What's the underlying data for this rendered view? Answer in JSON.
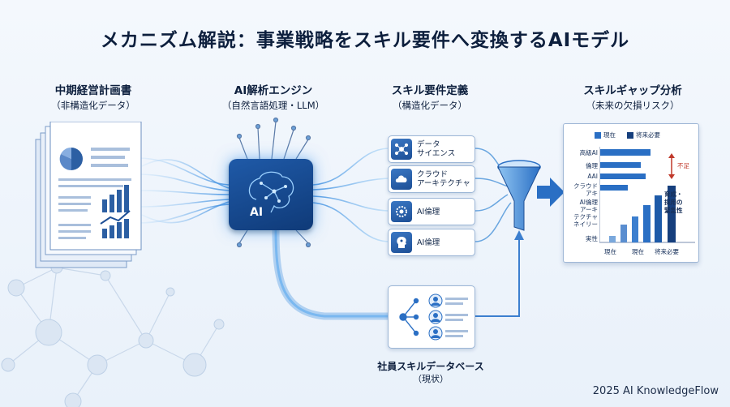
{
  "title": "メカニズム解説：事業戦略をスキル要件へ変換するAIモデル",
  "columns": {
    "plan": {
      "title": "中期経営計画書",
      "sub": "（非構造化データ）"
    },
    "engine": {
      "title": "AI解析エンジン",
      "sub": "（自然言語処理・LLM）",
      "chip_label": "AI"
    },
    "skills": {
      "title": "スキル要件定義",
      "sub": "（構造化データ）"
    },
    "gap": {
      "title": "スキルギャップ分析",
      "sub": "（未来の欠損リスク）"
    }
  },
  "skill_items": [
    {
      "label": "データ\nサイエンス",
      "icon": "network-icon"
    },
    {
      "label": "クラウド\nアーキテクチャ",
      "icon": "cloud-icon"
    },
    {
      "label": "AI倫理",
      "icon": "gear-brain-icon"
    },
    {
      "label": "AI倫理",
      "icon": "ai-head-icon"
    }
  ],
  "database": {
    "title": "社員スキルデータベース",
    "sub": "（現状）"
  },
  "gap_chart": {
    "legend": [
      "現在",
      "将来必要"
    ],
    "row_labels": [
      "高級AI",
      "倫理",
      "AAI",
      "クラウド\nアキ",
      "AI倫理\nアーキ\nテクチャ\nネイリー",
      "実性"
    ],
    "x_labels": [
      "現在",
      "現在",
      "将来必要"
    ],
    "shortage_label": "不足",
    "urgency_label": "育成・\n採用の\n緊急性"
  },
  "footer": "2025 AI KnowledgeFlow",
  "colors": {
    "accent": "#2a6fc4",
    "dark": "#163f7d",
    "light": "#8dc1f0"
  }
}
